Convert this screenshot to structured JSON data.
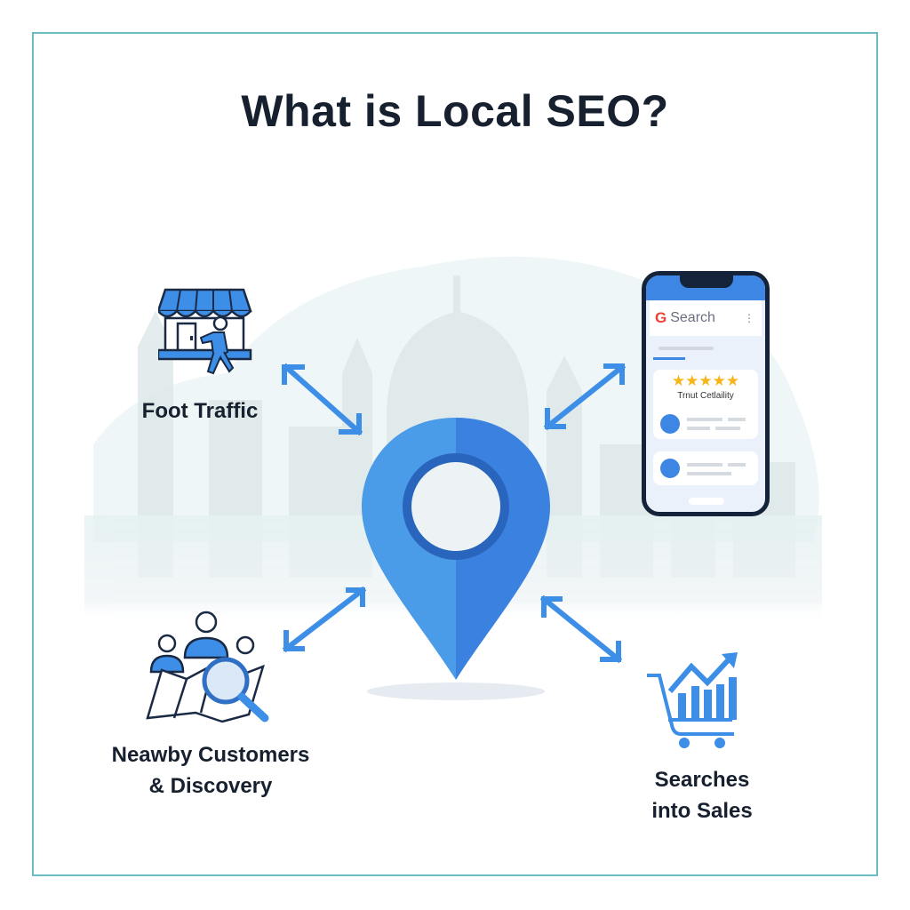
{
  "title": "What is Local SEO?",
  "center": {
    "icon": "map-pin-icon",
    "colors": {
      "left": "#4a9be8",
      "right": "#3b82e0",
      "ring": "#2a65bd"
    }
  },
  "nodes": {
    "foot_traffic": {
      "label": "Foot Traffic",
      "icon": "storefront-walking-person-icon"
    },
    "search": {
      "icon": "smartphone-search-icon",
      "search_label": "Search",
      "google_glyph": "G",
      "review_label": "Trnut Cetlaility",
      "stars": 5
    },
    "nearby": {
      "label_line1": "Neawby Customers",
      "label_line2": "& Discovery",
      "icon": "people-map-magnifier-icon"
    },
    "sales": {
      "label_line1": "Searches",
      "label_line2": "into Sales",
      "icon": "cart-growth-chart-icon"
    }
  },
  "colors": {
    "accent": "#3d8ee6",
    "dark": "#17202e",
    "frame": "#6cbcc3",
    "star": "#f6b519"
  }
}
